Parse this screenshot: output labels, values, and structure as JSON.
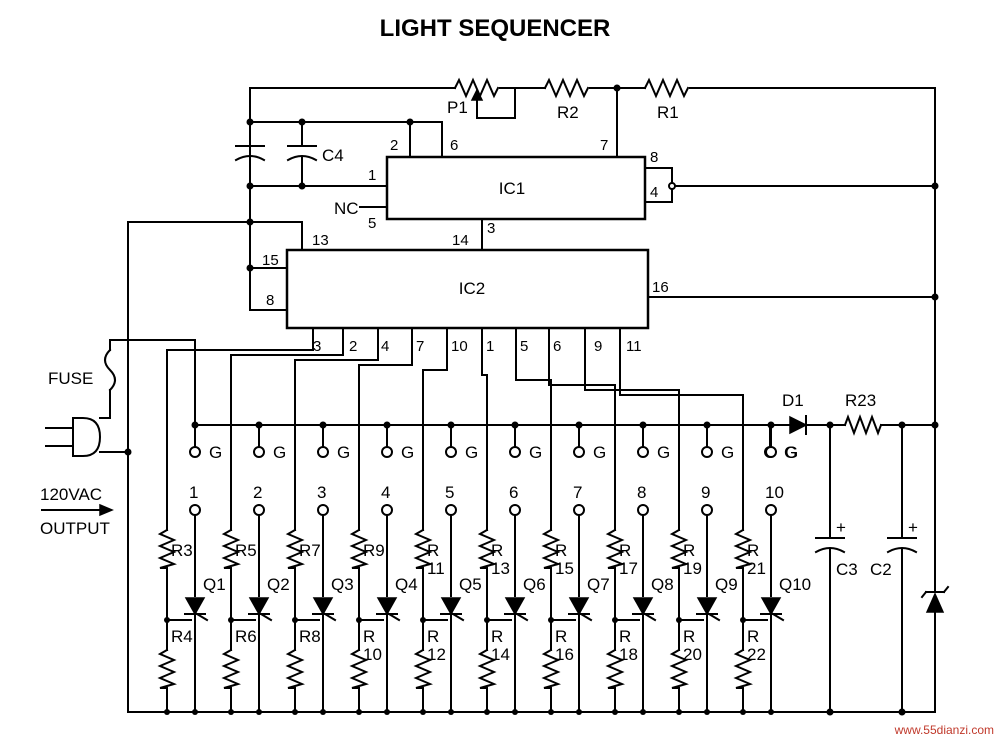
{
  "title": "LIGHT SEQUENCER",
  "ic1": {
    "name": "IC1",
    "pins": {
      "p1": "1",
      "p2": "2",
      "p6": "6",
      "p7": "7",
      "p8": "8",
      "p4": "4",
      "p5": "5",
      "p3": "3",
      "p14": "14"
    }
  },
  "ic2": {
    "name": "IC2",
    "pins": {
      "p13": "13",
      "p15": "15",
      "p8": "8",
      "p16": "16"
    },
    "bottom_pins": [
      "3",
      "2",
      "4",
      "7",
      "10",
      "1",
      "5",
      "6",
      "9",
      "11"
    ]
  },
  "nc": "NC",
  "top_parts": {
    "p1": "P1",
    "r2": "R2",
    "r1": "R1",
    "c4": "C4"
  },
  "fuse": "FUSE",
  "plug": {
    "voltage": "120VAC",
    "output": "OUTPUT"
  },
  "g_label": "G",
  "channels": [
    {
      "num": "1",
      "q": "Q1",
      "ra": [
        "R3"
      ],
      "rb": [
        "R4"
      ]
    },
    {
      "num": "2",
      "q": "Q2",
      "ra": [
        "R5"
      ],
      "rb": [
        "R6"
      ]
    },
    {
      "num": "3",
      "q": "Q3",
      "ra": [
        "R7"
      ],
      "rb": [
        "R8"
      ]
    },
    {
      "num": "4",
      "q": "Q4",
      "ra": [
        "R9"
      ],
      "rb": [
        "R",
        "10"
      ]
    },
    {
      "num": "5",
      "q": "Q5",
      "ra": [
        "R",
        "11"
      ],
      "rb": [
        "R",
        "12"
      ]
    },
    {
      "num": "6",
      "q": "Q6",
      "ra": [
        "R",
        "13"
      ],
      "rb": [
        "R",
        "14"
      ]
    },
    {
      "num": "7",
      "q": "Q7",
      "ra": [
        "R",
        "15"
      ],
      "rb": [
        "R",
        "16"
      ]
    },
    {
      "num": "8",
      "q": "Q8",
      "ra": [
        "R",
        "17"
      ],
      "rb": [
        "R",
        "18"
      ]
    },
    {
      "num": "9",
      "q": "Q9",
      "ra": [
        "R",
        "19"
      ],
      "rb": [
        "R",
        "20"
      ]
    },
    {
      "num": "10",
      "q": "Q10",
      "ra": [
        "R",
        "21"
      ],
      "rb": [
        "R",
        "22"
      ]
    }
  ],
  "right_parts": {
    "d1": "D1",
    "r23": "R23",
    "c3": "C3",
    "c2": "C2",
    "plus": "+"
  },
  "watermark": "www.55dianzi.com"
}
